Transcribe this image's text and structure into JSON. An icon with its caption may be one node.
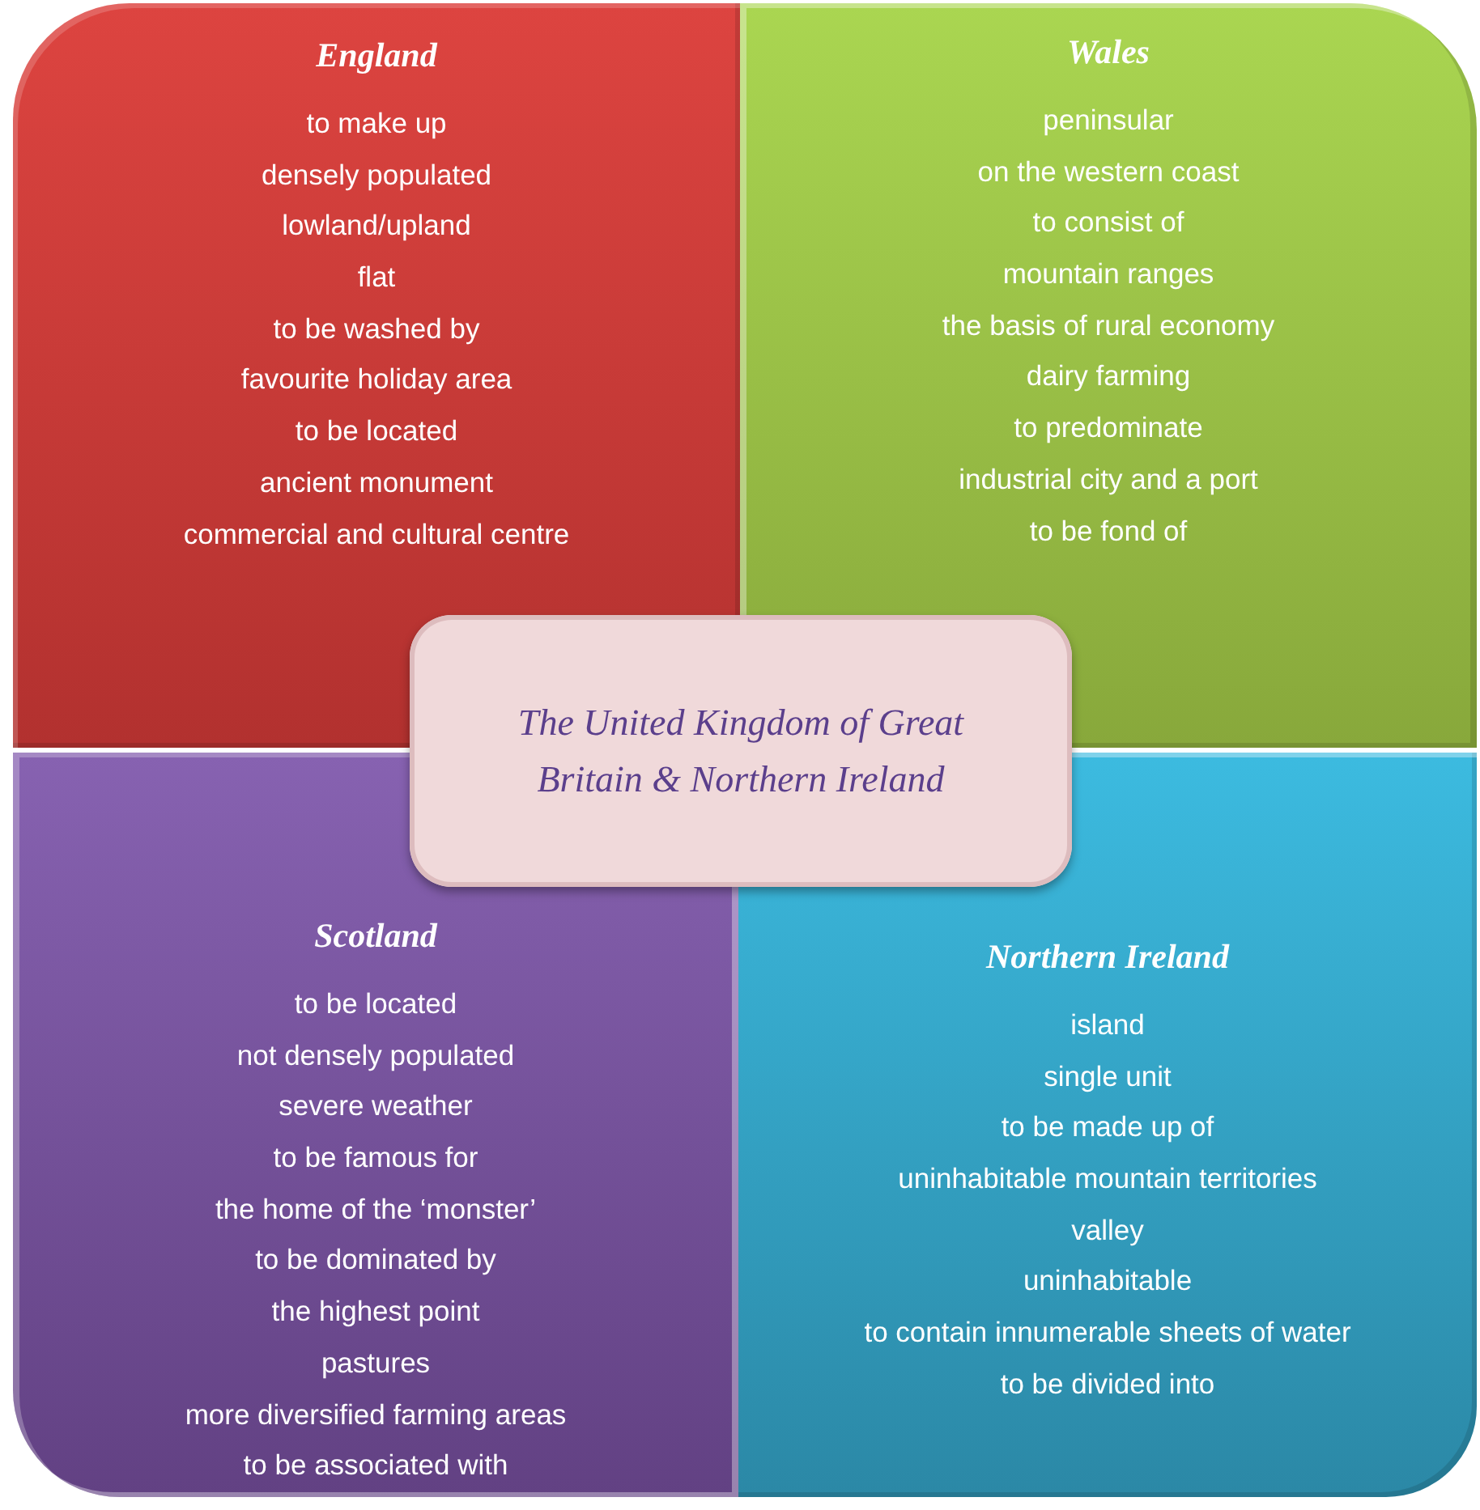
{
  "diagram": {
    "nodes": [
      {
        "text": [
          "England",
          "to make up",
          "densely populated",
          "lowland/upland",
          "flat",
          "to be washed by",
          "favourite holiday area",
          "to be located",
          "ancient monument",
          "commercial and cultural centre"
        ]
      },
      {
        "text": [
          "Wales",
          "peninsular",
          "on the western coast",
          "to consist of",
          "mountain ranges",
          "the basis of rural economy",
          "dairy farming",
          "to predominate",
          "industrial city and a port",
          "to be fond of"
        ]
      },
      {
        "text": [
          "The United Kingdom of Great Britain & Northern Ireland"
        ]
      },
      {
        "text": [
          "Scotland",
          "to be located",
          "not densely populated",
          "severe weather",
          "to be famous for",
          "the home of the ‘monster’",
          "to be dominated by",
          "the highest point",
          "pastures",
          "more diversified farming areas",
          "to be associated with"
        ]
      },
      {
        "text": [
          "Northern Ireland",
          "island",
          "single unit",
          "to be made up of",
          "uninhabitable mountain territories",
          "valley",
          "uninhabitable",
          "to contain innumerable sheets of water",
          "to be divided into"
        ]
      }
    ]
  }
}
